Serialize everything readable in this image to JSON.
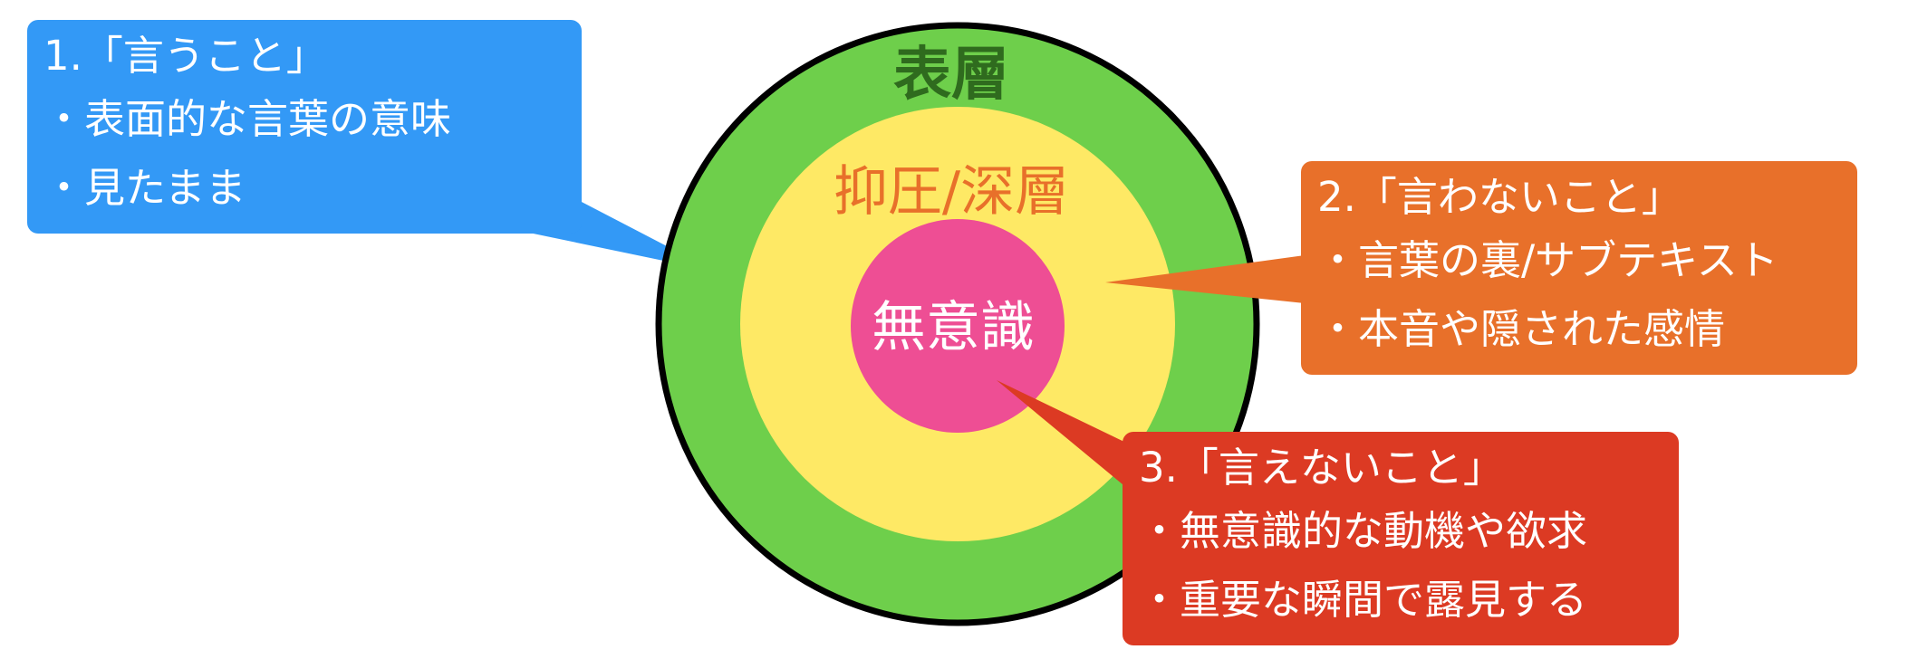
{
  "colors": {
    "outer_ring": "#6ecf4b",
    "middle_ring": "#fee965",
    "core": "#ee4e94",
    "outline": "#000000",
    "label_surface": "#2f6b1e",
    "label_middle": "#e8702a",
    "label_core": "#ffffff",
    "callout_1": "#3399f6",
    "callout_2": "#e8702a",
    "callout_3": "#dc3a23"
  },
  "layers": {
    "surface": "表層",
    "middle": "抑圧/深層",
    "core": "無意識"
  },
  "callouts": [
    {
      "title": "1.「言うこと」",
      "bullets": [
        "・表面的な言葉の意味",
        "・見たまま"
      ]
    },
    {
      "title": "2.「言わないこと」",
      "bullets": [
        "・言葉の裏/サブテキスト",
        "・本音や隠された感情"
      ]
    },
    {
      "title": "3.「言えないこと」",
      "bullets": [
        "・無意識的な動機や欲求",
        "・重要な瞬間で露見する"
      ]
    }
  ]
}
